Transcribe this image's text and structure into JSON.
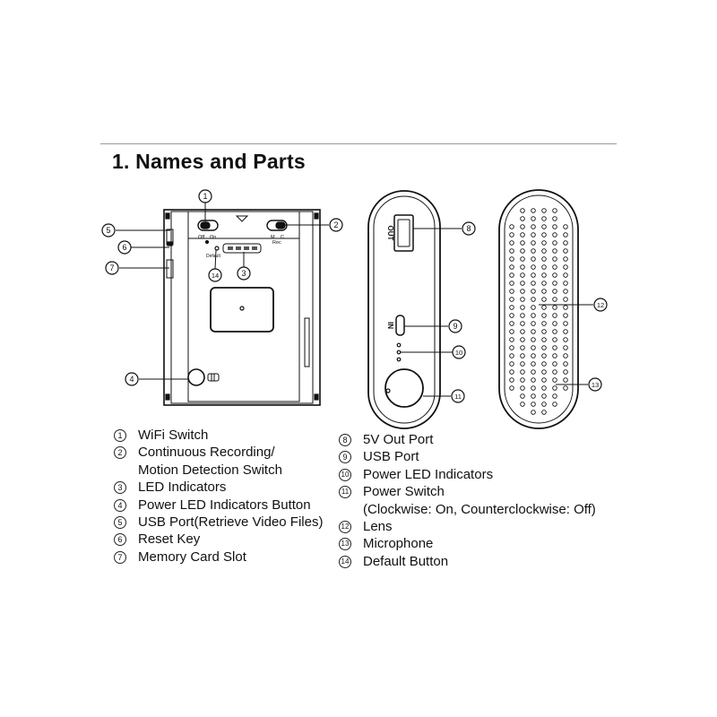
{
  "title": "1. Names and Parts",
  "diagram": {
    "switch_left_labels": [
      "Off",
      "On"
    ],
    "switch_right_labels": [
      "M",
      "C"
    ],
    "switch_right_sub": "Rec",
    "default_label": "Default",
    "port_out_label": "OUT",
    "port_in_label": "IN",
    "callouts": [
      "1",
      "2",
      "3",
      "4",
      "5",
      "6",
      "7",
      "8",
      "9",
      "10",
      "11",
      "12",
      "13",
      "14"
    ]
  },
  "legend_left": [
    {
      "num": "1",
      "label": "WiFi Switch"
    },
    {
      "num": "2",
      "label": "Continuous Recording/",
      "label2": "Motion Detection Switch"
    },
    {
      "num": "3",
      "label": "LED Indicators"
    },
    {
      "num": "4",
      "label": "Power LED Indicators Button"
    },
    {
      "num": "5",
      "label": "USB Port(Retrieve Video Files)"
    },
    {
      "num": "6",
      "label": "Reset Key"
    },
    {
      "num": "7",
      "label": "Memory Card Slot"
    }
  ],
  "legend_right": [
    {
      "num": "8",
      "label": "5V Out Port"
    },
    {
      "num": "9",
      "label": "USB Port"
    },
    {
      "num": "10",
      "label": "Power LED Indicators"
    },
    {
      "num": "11",
      "label": "Power Switch",
      "label2": "(Clockwise: On, Counterclockwise: Off)"
    },
    {
      "num": "12",
      "label": "Lens"
    },
    {
      "num": "13",
      "label": "Microphone"
    },
    {
      "num": "14",
      "label": "Default Button"
    }
  ]
}
